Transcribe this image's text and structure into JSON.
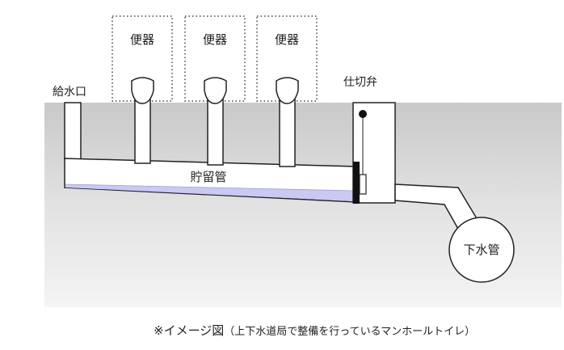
{
  "labels": {
    "toilet": "便器",
    "water_inlet": "給水口",
    "gate_valve": "仕切弁",
    "storage_pipe": "貯留管",
    "sewer_pipe": "下水管"
  },
  "caption": {
    "main": "※イメージ図",
    "note": "（上下水道局で整備を行っているマンホールトイレ）"
  },
  "colors": {
    "ground": "#d7d7d7",
    "water": "#c9c9f2",
    "outline": "#222222"
  }
}
